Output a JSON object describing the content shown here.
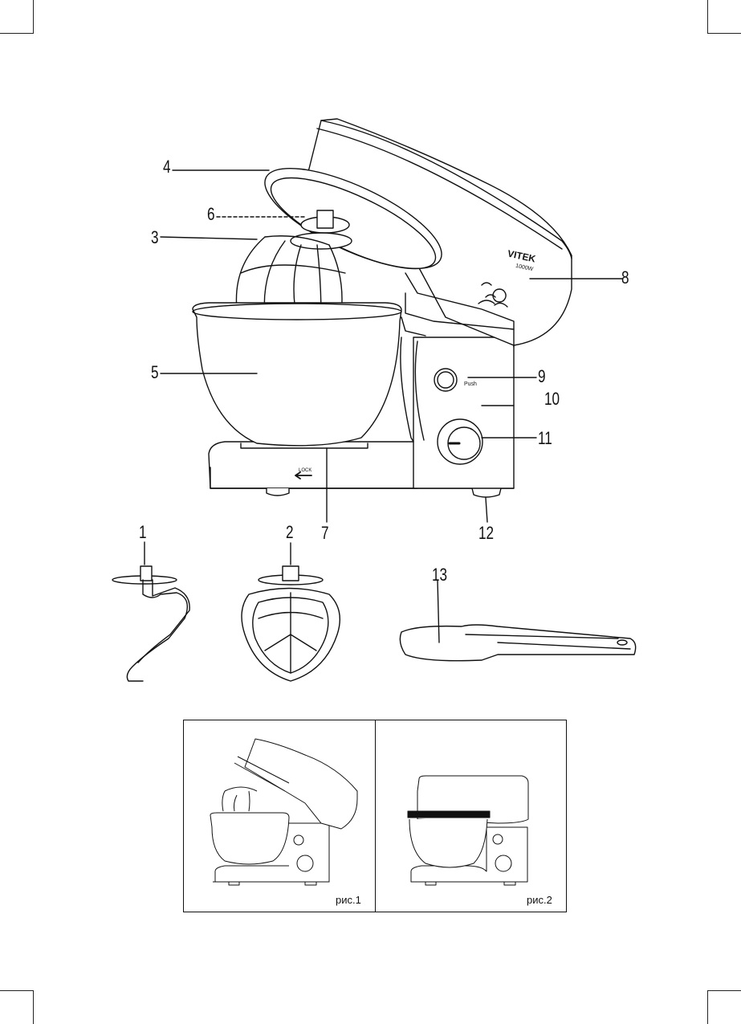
{
  "callouts": {
    "c1": "1",
    "c2": "2",
    "c3": "3",
    "c4": "4",
    "c5": "5",
    "c6": "6",
    "c7": "7",
    "c8": "8",
    "c9": "9",
    "c10": "10",
    "c11": "11",
    "c12": "12",
    "c13": "13"
  },
  "device": {
    "brand": "VITEK",
    "power": "1000W",
    "push_label": "Push",
    "lock_label": "LOCK"
  },
  "figures": {
    "fig1": "рис.1",
    "fig2": "рис.2"
  },
  "colors": {
    "ink": "#111111",
    "paper": "#ffffff"
  }
}
